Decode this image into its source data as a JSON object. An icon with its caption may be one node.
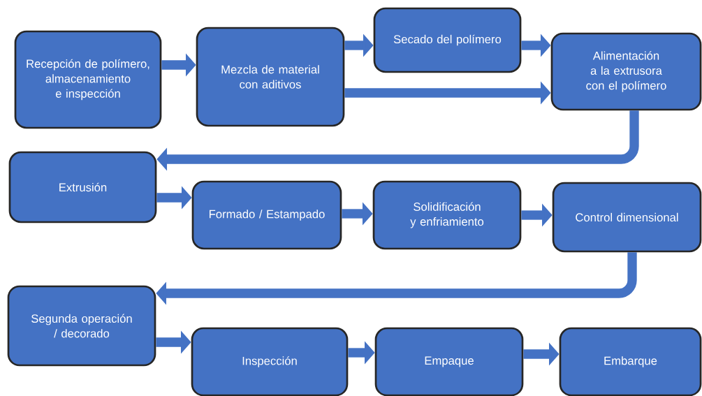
{
  "diagram": {
    "nodes": [
      {
        "text": [
          "Recepción de polímero, almacenamiento e inspección"
        ]
      },
      {
        "text": [
          "Mezcla de material con aditivos"
        ]
      },
      {
        "text": [
          "Secado del polímero"
        ]
      },
      {
        "text": [
          "Alimentación a la extrusora con el polímero"
        ]
      },
      {
        "text": [
          "Extrusión"
        ]
      },
      {
        "text": [
          "Formado / Estampado"
        ]
      },
      {
        "text": [
          "Solidificación y enfriamiento"
        ]
      },
      {
        "text": [
          "Control dimensional"
        ]
      },
      {
        "text": [
          "Segunda operación / decorado"
        ]
      },
      {
        "text": [
          "Inspección"
        ]
      },
      {
        "text": [
          "Empaque"
        ]
      },
      {
        "text": [
          "Embarque"
        ]
      }
    ],
    "edges": [
      {
        "from": 0,
        "to": 1,
        "arrow": "to"
      },
      {
        "from": 1,
        "to": 2,
        "arrow": "to"
      },
      {
        "from": 2,
        "to": 3,
        "arrow": "to"
      },
      {
        "from": 1,
        "to": 3,
        "arrow": "to"
      },
      {
        "from": 3,
        "to": 4,
        "arrow": "to"
      },
      {
        "from": 4,
        "to": 5,
        "arrow": "to"
      },
      {
        "from": 5,
        "to": 6,
        "arrow": "to"
      },
      {
        "from": 6,
        "to": 7,
        "arrow": "to"
      },
      {
        "from": 7,
        "to": 8,
        "arrow": "to"
      },
      {
        "from": 8,
        "to": 9,
        "arrow": "to"
      },
      {
        "from": 9,
        "to": 10,
        "arrow": "to"
      },
      {
        "from": 10,
        "to": 11,
        "arrow": "to"
      }
    ]
  }
}
